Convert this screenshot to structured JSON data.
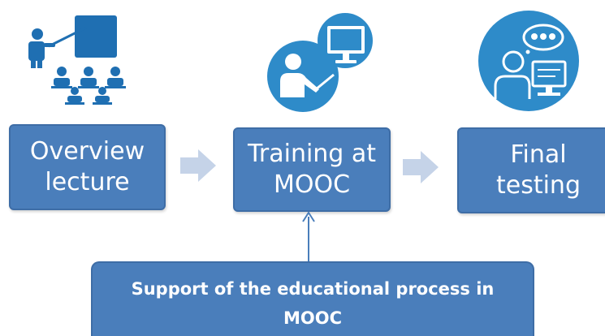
{
  "colors": {
    "box_fill": "#4a7ebb",
    "box_border": "#3e6da6",
    "icon_blue": "#1f6fb2",
    "icon_circle": "#2e8bc9",
    "flow_arrow": "#c5d3e8",
    "support_arrow": "#4a7ebb",
    "text": "#ffffff"
  },
  "steps": [
    {
      "line1": "Overview",
      "line2": "lecture",
      "icon": "lecture-presentation-icon"
    },
    {
      "line1": "Training at",
      "line2": "MOOC",
      "icon": "online-teacher-icon"
    },
    {
      "line1": "Final",
      "line2": "testing",
      "icon": "computer-testing-icon"
    }
  ],
  "support": {
    "line1": "Support of the educational process in",
    "line2": "MOOC"
  }
}
